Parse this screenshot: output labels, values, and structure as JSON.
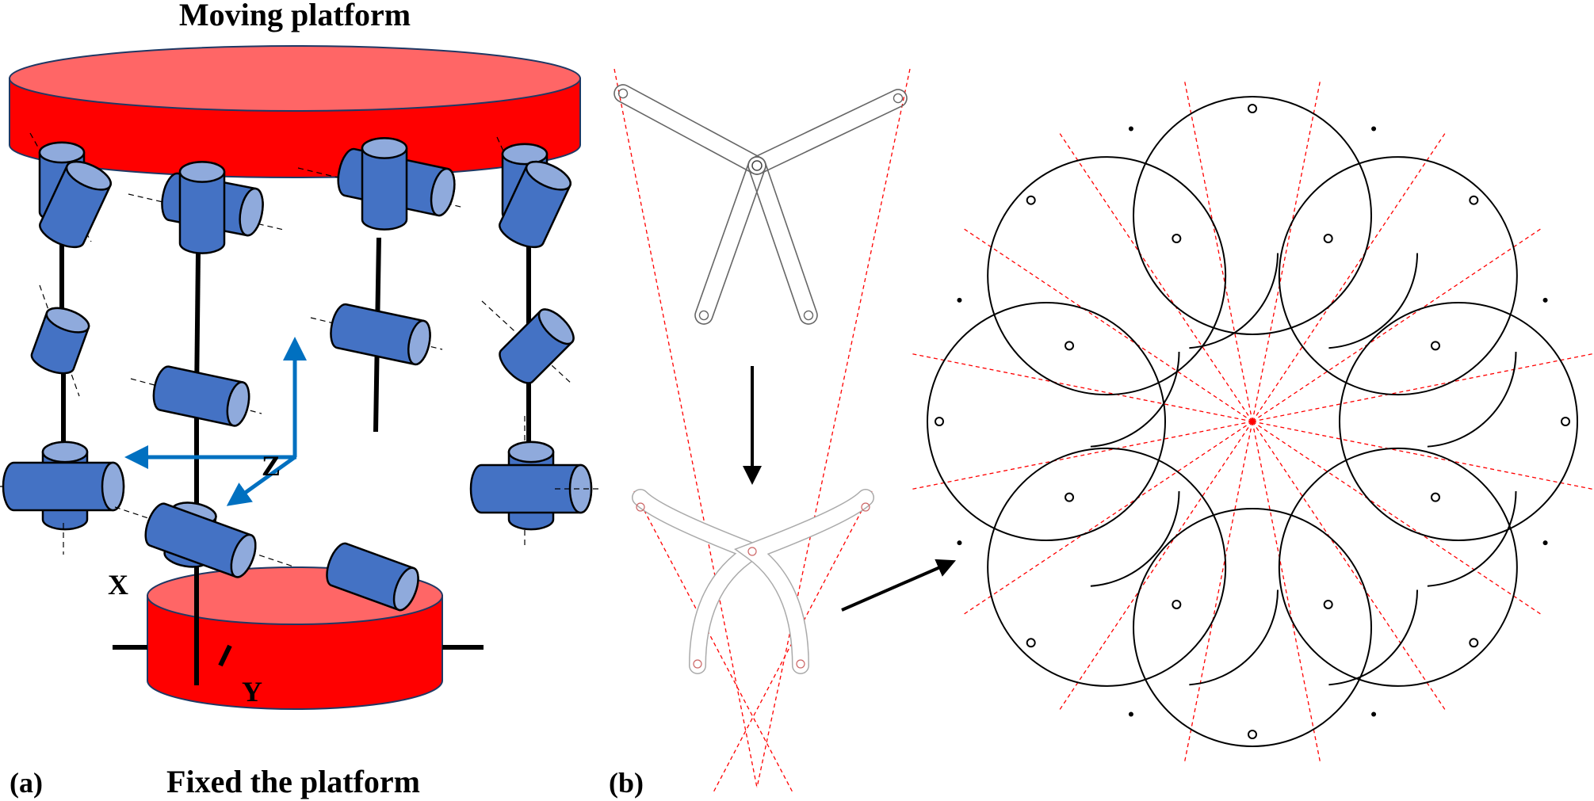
{
  "panel_a": {
    "label": "(a)",
    "top_title": "Moving platform",
    "bottom_title": "Fixed the platform",
    "axes": {
      "x": "X",
      "y": "Y",
      "z": "Z"
    }
  },
  "panel_b": {
    "label": "(b)"
  },
  "colors": {
    "platform_side": "#ff0000",
    "platform_top": "#ff6666",
    "joint_body": "#4472c4",
    "joint_end": "#8faadc",
    "axis_arrow": "#0070c0",
    "guide_line": "#ff0000",
    "mechanism_line": "#000000"
  }
}
